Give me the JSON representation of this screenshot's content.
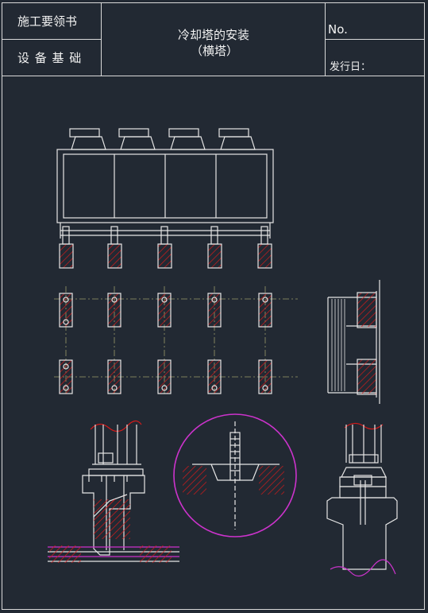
{
  "header": {
    "left_top": "施工要领书",
    "left_bottom": "设 备 基 础",
    "title_line1": "冷却塔的安装",
    "title_line2": "（横塔）",
    "no_label": "No.",
    "date_label": "发行日："
  },
  "colors": {
    "background": "#222933",
    "line": "#e6e6e6",
    "hatch": "#d41a1a",
    "detail_circle": "#cc33cc",
    "centerline": "#9a9a6a"
  }
}
